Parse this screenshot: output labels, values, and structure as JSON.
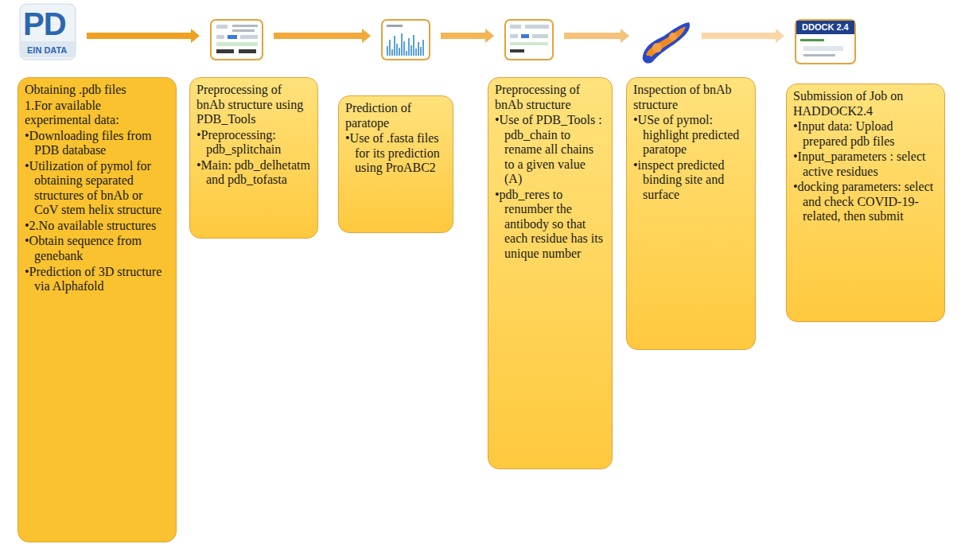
{
  "diagram": {
    "nodes": [
      {
        "text": [
          "Obtaining .pdb files",
          "1.For available experimental data:",
          "•Downloading files from PDB database",
          "•Utilization of pymol for obtaining separated structures of bnAb or CoV stem helix structure",
          "•2.No available structures",
          "•Obtain sequence from genebank",
          "•Prediction of 3D structure via Alphafold"
        ]
      },
      {
        "text": [
          "Preprocessing of bnAb structure using PDB_Tools",
          "•Preprocessing: pdb_splitchain",
          "•Main: pdb_delhetatm and pdb_tofasta"
        ]
      },
      {
        "text": [
          "Prediction of paratope",
          "•Use of .fasta files for its prediction using ProABC2"
        ]
      },
      {
        "text": [
          "Preprocessing of bnAb structure",
          "•Use of PDB_Tools : pdb_chain to rename all chains to a given value (A)",
          "•pdb_reres to renumber the antibody so that each residue has its unique number"
        ]
      },
      {
        "text": [
          "Inspection of bnAb structure",
          "•USe of pymol: highlight predicted paratope",
          "•inspect predicted binding site and surface"
        ]
      },
      {
        "text": [
          "Submission of Job on HADDOCK2.4",
          "•Input data: Upload prepared pdb files",
          "•Input_parameters : select active residues",
          "•docking parameters: select and check COVID-19-related, then submit"
        ]
      }
    ],
    "edges": [
      {
        "from": 0,
        "to": 1,
        "arrow": "to"
      },
      {
        "from": 1,
        "to": 2,
        "arrow": "to"
      },
      {
        "from": 2,
        "to": 3,
        "arrow": "to"
      },
      {
        "from": 3,
        "to": 4,
        "arrow": "to"
      },
      {
        "from": 4,
        "to": 5,
        "arrow": "to"
      }
    ],
    "labels": [
      "PD",
      "EIN DATA",
      "DDOCK 2.4"
    ]
  }
}
